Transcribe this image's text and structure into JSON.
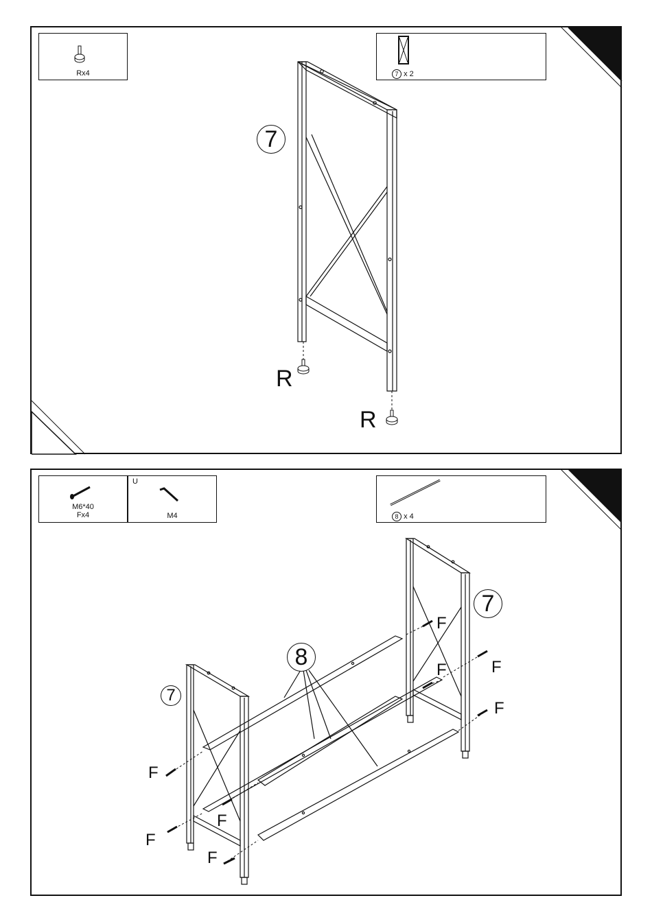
{
  "step1": {
    "hardware": {
      "label": "Rx4"
    },
    "part_box": {
      "part_number": "7",
      "qty": "x 2"
    },
    "frame_label": "7",
    "foot_label_left": "R",
    "foot_label_right": "R"
  },
  "step2": {
    "hardware_screw": {
      "size": "M6*40",
      "qty": "Fx4"
    },
    "tool": {
      "code": "U",
      "label": "M4"
    },
    "part_box": {
      "part_number": "8",
      "qty": "x 4"
    },
    "frame_label_right": "7",
    "frame_label_left": "7",
    "bar_label": "8",
    "screw_label": "F"
  }
}
